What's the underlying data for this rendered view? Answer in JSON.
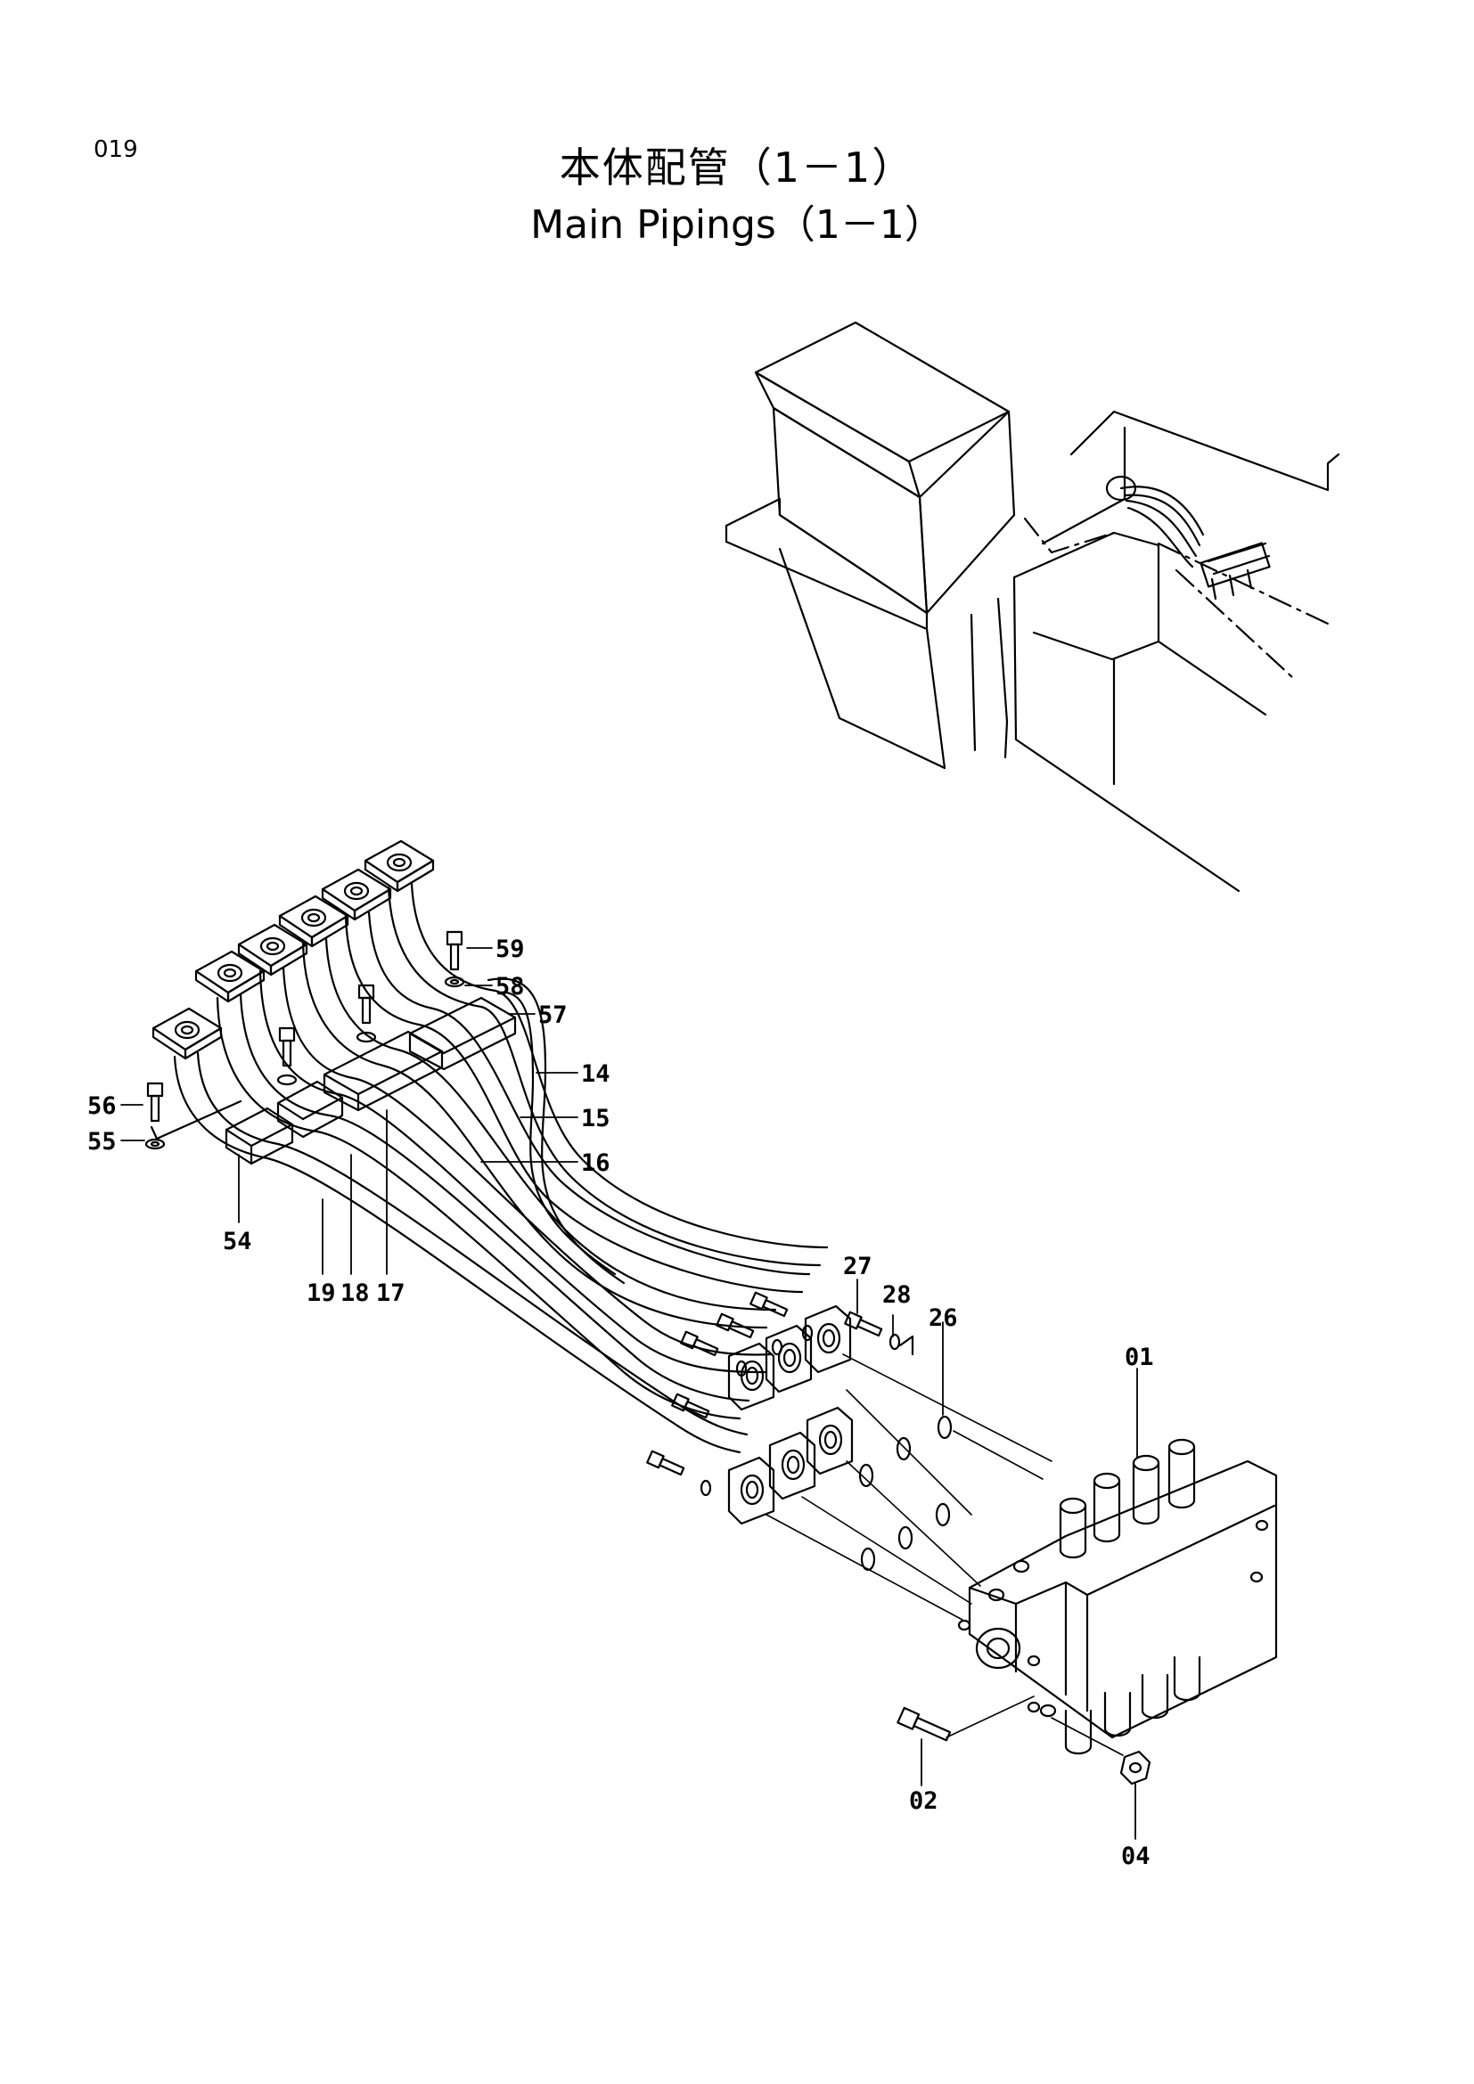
{
  "page": {
    "number": "019"
  },
  "title": {
    "jp": "本体配管（1－1）",
    "en": "Main Pipings（1－1）"
  },
  "callouts": [
    "59",
    "58",
    "57",
    "14",
    "15",
    "16",
    "56",
    "55",
    "54",
    "19",
    "18",
    "17",
    "27",
    "28",
    "26",
    "01",
    "02",
    "04"
  ]
}
